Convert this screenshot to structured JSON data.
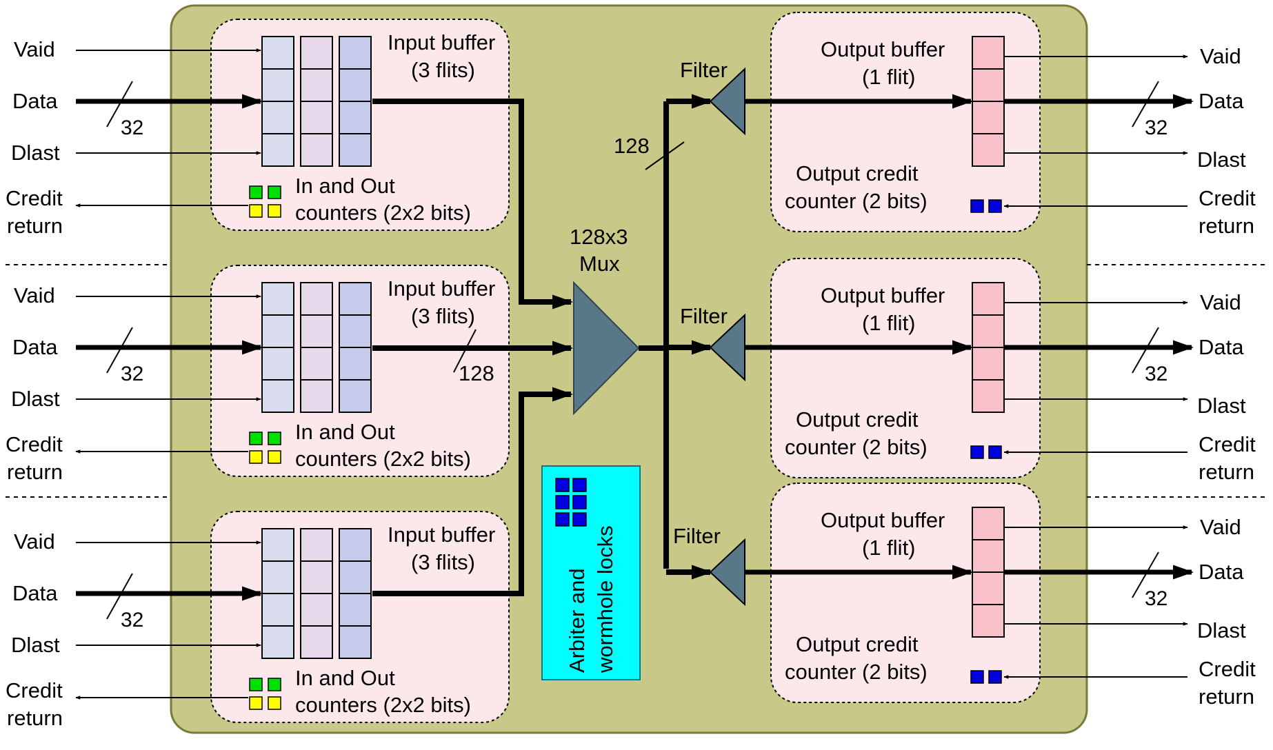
{
  "colors": {
    "router": "#c8c888",
    "router_border": "#7a7a3a",
    "panel": "#fce8ea",
    "fifo_col1": "#d8dcec",
    "fifo_col2": "#e8d8ec",
    "fifo_col3": "#c8cceC",
    "out_buffer": "#f8c0c8",
    "mux": "#587888",
    "arbiter": "#00ffff",
    "counter_green": "#00e000",
    "counter_yellow": "#ffff00",
    "counter_blue": "#0000e0"
  },
  "icons": {
    "mux": "triangle-mux-icon",
    "filter": "triangle-filter-icon",
    "counter": "square-bit-icon"
  },
  "inputs": [
    {
      "signals": {
        "valid": "Vaid",
        "data": "Data",
        "dlast": "Dlast",
        "credit_line1": "Credit",
        "credit_line2": "return"
      },
      "data_width": "32",
      "buffer_line1": "Input buffer",
      "buffer_line2": "(3 flits)",
      "counter_line1": "In and Out",
      "counter_line2": "counters (2x2 bits)"
    },
    {
      "signals": {
        "valid": "Vaid",
        "data": "Data",
        "dlast": "Dlast",
        "credit_line1": "Credit",
        "credit_line2": "return"
      },
      "data_width": "32",
      "buffer_line1": "Input buffer",
      "buffer_line2": "(3 flits)",
      "counter_line1": "In and Out",
      "counter_line2": "counters (2x2 bits)"
    },
    {
      "signals": {
        "valid": "Vaid",
        "data": "Data",
        "dlast": "Dlast",
        "credit_line1": "Credit",
        "credit_line2": "return"
      },
      "data_width": "32",
      "buffer_line1": "Input buffer",
      "buffer_line2": "(3 flits)",
      "counter_line1": "In and Out",
      "counter_line2": "counters (2x2 bits)"
    }
  ],
  "outputs": [
    {
      "signals": {
        "valid": "Vaid",
        "data": "Data",
        "dlast": "Dlast",
        "credit_line1": "Credit",
        "credit_line2": "return"
      },
      "data_width": "32",
      "buffer_line1": "Output buffer",
      "buffer_line2": "(1 flit)",
      "counter_line1": "Output credit",
      "counter_line2": "counter (2 bits)",
      "filter_label": "Filter"
    },
    {
      "signals": {
        "valid": "Vaid",
        "data": "Data",
        "dlast": "Dlast",
        "credit_line1": "Credit",
        "credit_line2": "return"
      },
      "data_width": "32",
      "buffer_line1": "Output buffer",
      "buffer_line2": "(1 flit)",
      "counter_line1": "Output credit",
      "counter_line2": "counter (2 bits)",
      "filter_label": "Filter"
    },
    {
      "signals": {
        "valid": "Vaid",
        "data": "Data",
        "dlast": "Dlast",
        "credit_line1": "Credit",
        "credit_line2": "return"
      },
      "data_width": "32",
      "buffer_line1": "Output buffer",
      "buffer_line2": "(1 flit)",
      "counter_line1": "Output credit",
      "counter_line2": "counter (2 bits)",
      "filter_label": "Filter"
    }
  ],
  "mux": {
    "line1": "128x3",
    "line2": "Mux"
  },
  "bus_width_in": "128",
  "bus_width_out": "128",
  "arbiter": {
    "line1": "Arbiter and",
    "line2": "wormhole locks"
  }
}
